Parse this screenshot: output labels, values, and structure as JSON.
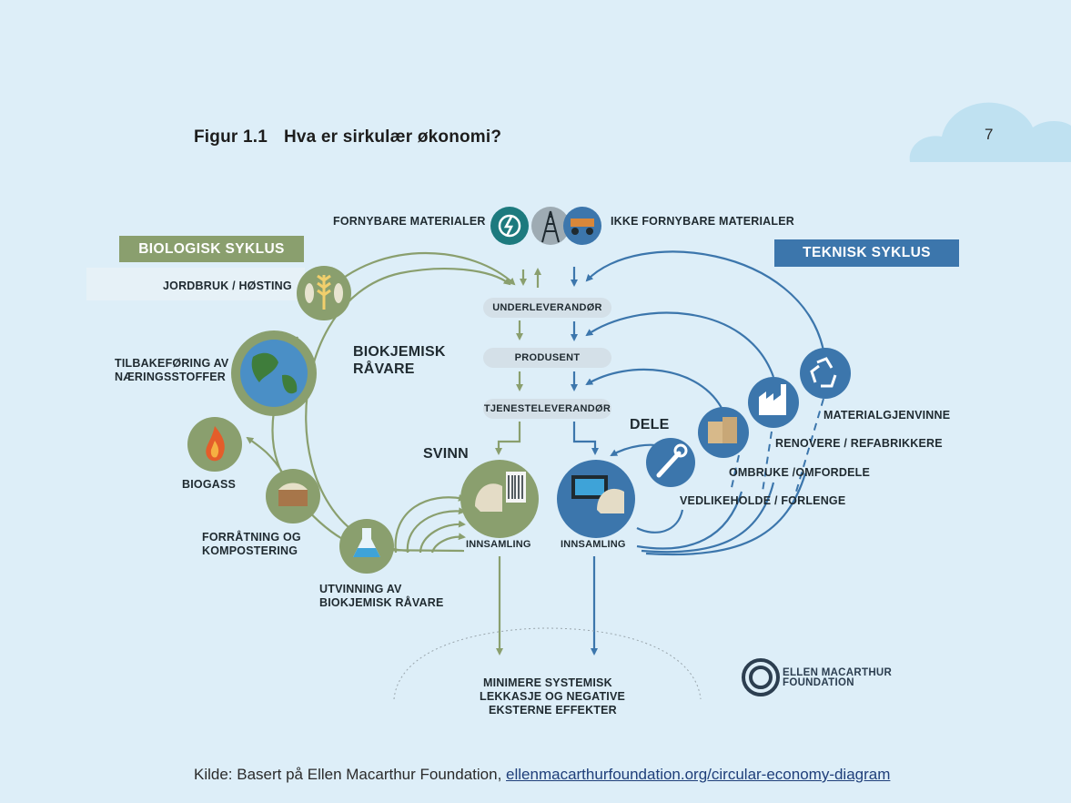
{
  "page_number": "7",
  "figure": {
    "number": "Figur 1.1",
    "title": "Hva er sirkulær økonomi?"
  },
  "inputs": {
    "renewable": "FORNYBARE MATERIALER",
    "non_renewable": "IKKE FORNYBARE MATERIALER"
  },
  "cycles": {
    "biological": "BIOLOGISK SYKLUS",
    "technical": "TEKNISK SYKLUS"
  },
  "value_chain": [
    "UNDERLEVERANDØR",
    "PRODUSENT",
    "TJENESTELEVERANDØR"
  ],
  "biological_nodes": {
    "farming": "JORDBRUK / HØSTING",
    "nutrients_line1": "TILBAKEFØRING AV",
    "nutrients_line2": "NÆRINGSSTOFFER",
    "biogas": "BIOGASS",
    "compost_line1": "FORRÅTNING OG",
    "compost_line2": "KOMPOSTERING",
    "extraction_line1": "UTVINNING AV",
    "extraction_line2": "BIOKJEMISK RÅVARE",
    "feedstock_line1": "BIOKJEMISK",
    "feedstock_line2": "RÅVARE"
  },
  "consumer": {
    "waste": "SVINN",
    "share": "DELE",
    "collection_bio": "INNSAMLING",
    "collection_tech": "INNSAMLING"
  },
  "technical_nodes": {
    "recycle": "MATERIALGJENVINNE",
    "refurbish": "RENOVERE / REFABRIKKERE",
    "reuse": "OMBRUKE /OMFORDELE",
    "maintain": "VEDLIKEHOLDE / FORLENGE"
  },
  "leakage": {
    "line1": "MINIMERE SYSTEMISK",
    "line2": "LEKKASJE OG NEGATIVE",
    "line3": "EKSTERNE EFFEKTER"
  },
  "logo": {
    "line1": "ELLEN MACARTHUR",
    "line2": "FOUNDATION"
  },
  "source": {
    "prefix": "Kilde: Basert på Ellen Macarthur Foundation, ",
    "link": "ellenmacarthurfoundation.org/circular-economy-diagram"
  },
  "colors": {
    "background": "#ddeef8",
    "biological": "#8a9f6e",
    "technical": "#3c76ac",
    "pill": "#d4e0e8"
  }
}
